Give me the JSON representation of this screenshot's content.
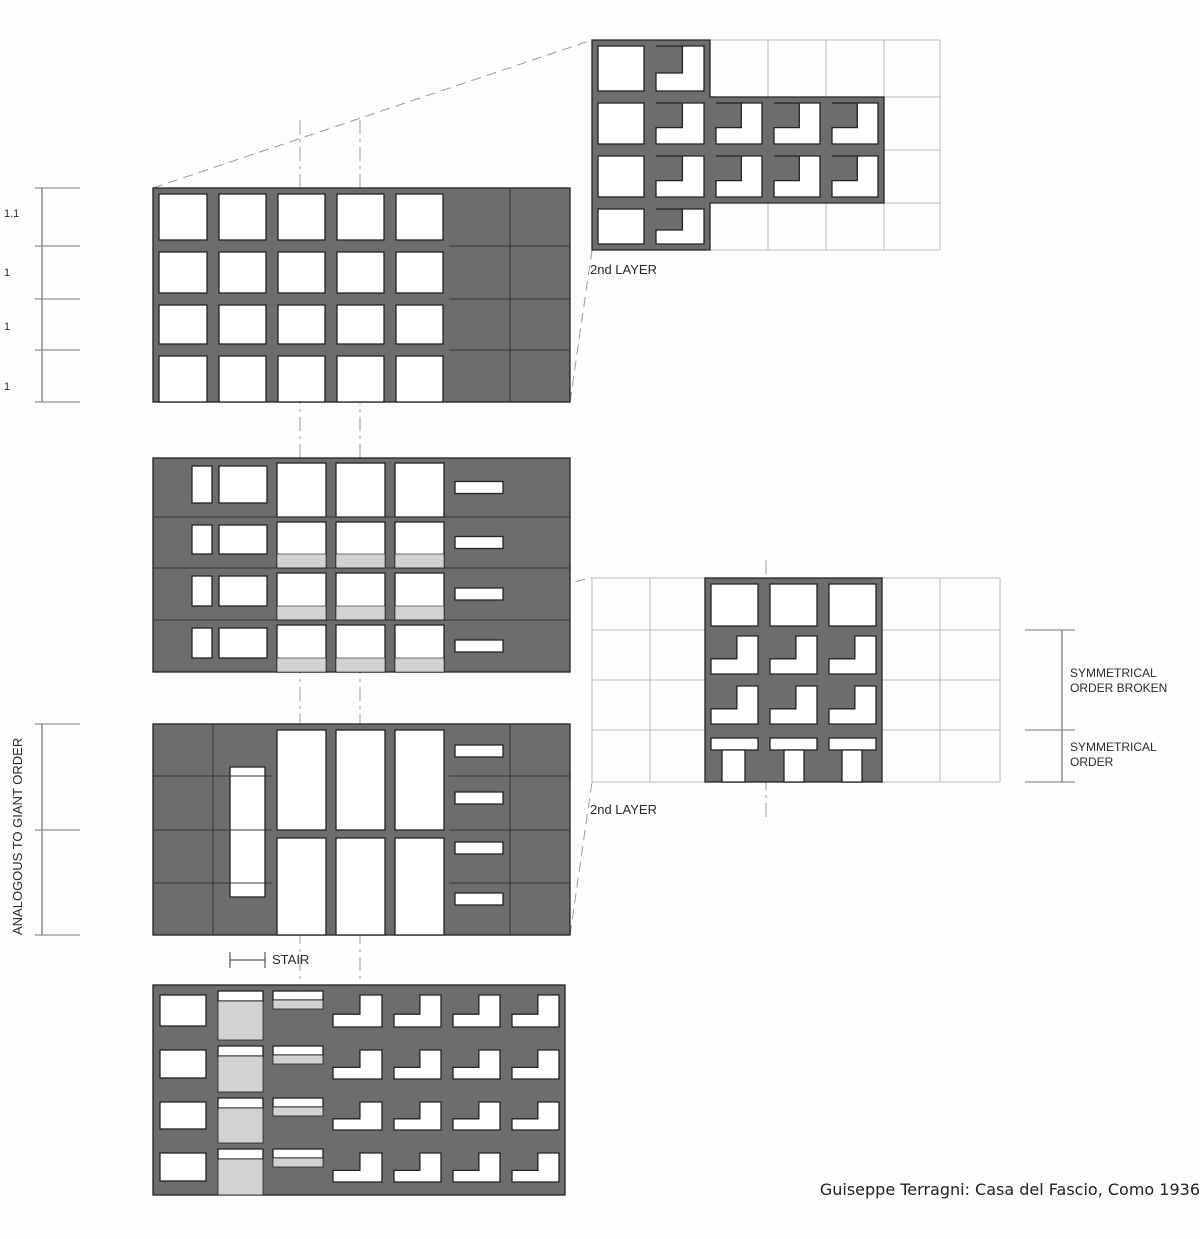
{
  "dimensions": {
    "row_ratios": [
      "1.1",
      "1",
      "1",
      "1"
    ]
  },
  "labels": {
    "second_layer_top": "2nd LAYER",
    "second_layer_mid": "2nd LAYER",
    "stair": "STAIR",
    "giant_order": "ANALOGOUS TO GIANT ORDER",
    "symmetrical_order_broken": "SYMMETRICAL ORDER BROKEN",
    "symmetrical_order": "SYMMETRICAL ORDER"
  },
  "caption": "Guiseppe Terragni: Casa del Fascio, Como 1936",
  "colors": {
    "solid": "#6d6d6d",
    "infill": "#d2d2d2",
    "line": "#222222",
    "guide": "#9a9a9a"
  }
}
